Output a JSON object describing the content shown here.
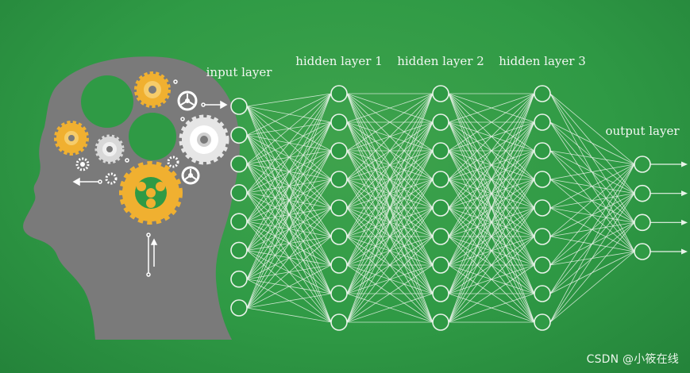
{
  "diagram": {
    "labels": {
      "input": "input layer",
      "hidden1": "hidden layer 1",
      "hidden2": "hidden layer 2",
      "hidden3": "hidden layer 3",
      "output": "output layer"
    },
    "layers": [
      {
        "name": "input",
        "neurons": 8
      },
      {
        "name": "hidden1",
        "neurons": 9
      },
      {
        "name": "hidden2",
        "neurons": 9
      },
      {
        "name": "hidden3",
        "neurons": 9
      },
      {
        "name": "output",
        "neurons": 4
      }
    ],
    "icons": [
      "head-silhouette-icon",
      "gear-icon",
      "arrow-icon"
    ]
  },
  "colors": {
    "background": "#2f9a45",
    "head": "#7a7a7a",
    "gear_orange": "#f0b030",
    "gear_white": "#e6e6e6",
    "network_lines": "#e9f3e9"
  },
  "watermark": "CSDN @小筱在线"
}
